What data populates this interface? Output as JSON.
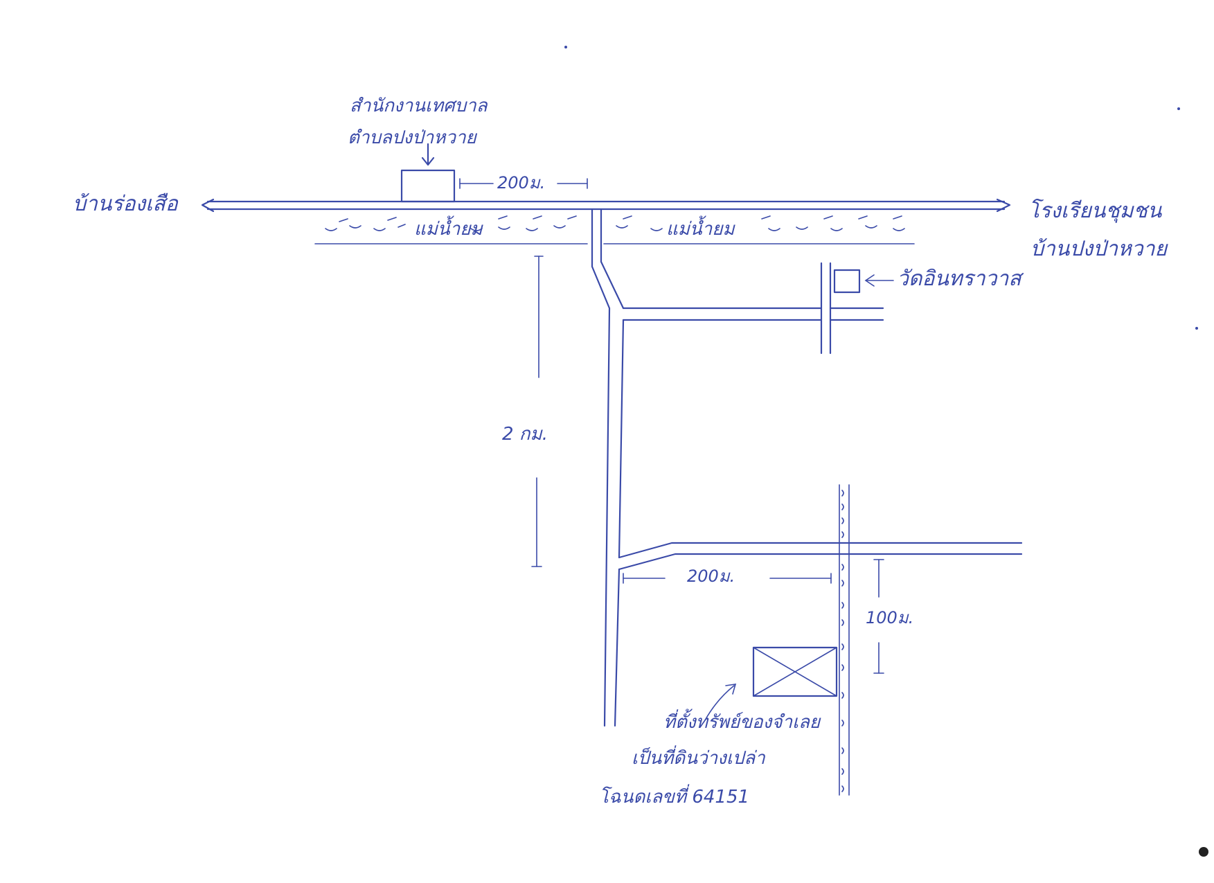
{
  "map": {
    "ink_color": "#3a4aa8",
    "labels": {
      "office_line1": "สำนักงานเทศบาล",
      "office_line2": "ตำบลปงป่าหวาย",
      "dist_200_top": "200ม.",
      "west_village": "บ้านร่องเสือ",
      "east_line1": "โรงเรียนชุมชน",
      "east_line2": "บ้านปงป่าหวาย",
      "river_left": "แม่น้ำยม",
      "river_right": "แม่น้ำยม",
      "temple": "วัดอินทราวาส",
      "dist_2km": "2 กม.",
      "dist_200_bottom": "200ม.",
      "dist_100": "100ม.",
      "parcel_line1": "ที่ตั้งทรัพย์ของจำเลย",
      "parcel_line2": "เป็นที่ดินว่างเปล่า",
      "parcel_line3": "โฉนดเลขที่ 64151"
    }
  }
}
